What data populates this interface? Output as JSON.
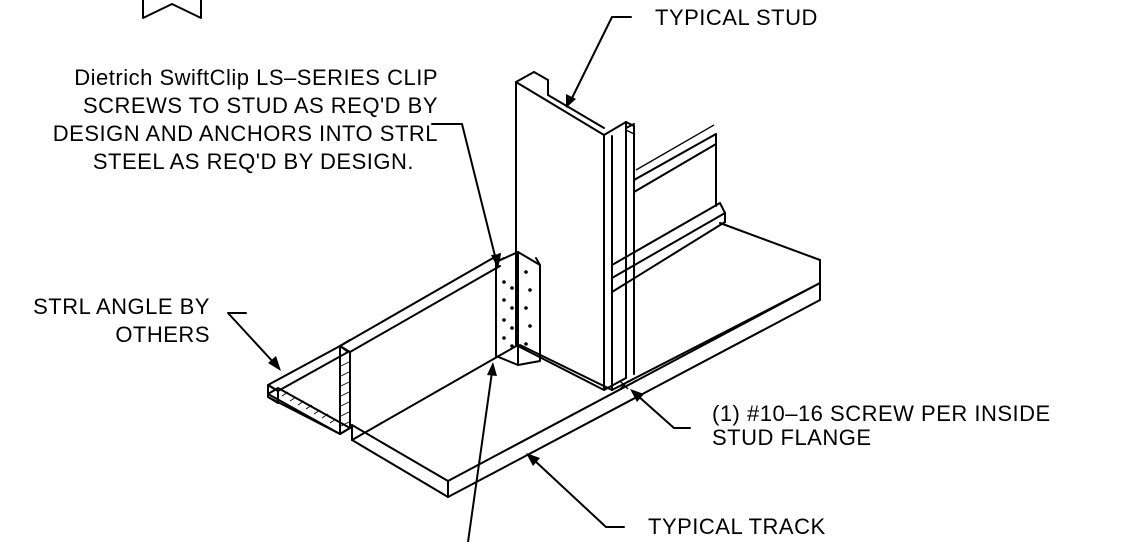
{
  "labels": {
    "typical_stud": "TYPICAL STUD",
    "clip": [
      "Dietrich SwiftClip LS–SERIES CLIP",
      "SCREWS TO STUD AS REQ'D BY",
      "DESIGN AND ANCHORS INTO STRL",
      "STEEL AS REQ'D BY DESIGN."
    ],
    "angle": [
      "STRL ANGLE BY",
      "OTHERS"
    ],
    "screw": [
      "(1) #10–16 SCREW PER INSIDE",
      "STUD FLANGE"
    ],
    "typical_track": "TYPICAL TRACK"
  }
}
